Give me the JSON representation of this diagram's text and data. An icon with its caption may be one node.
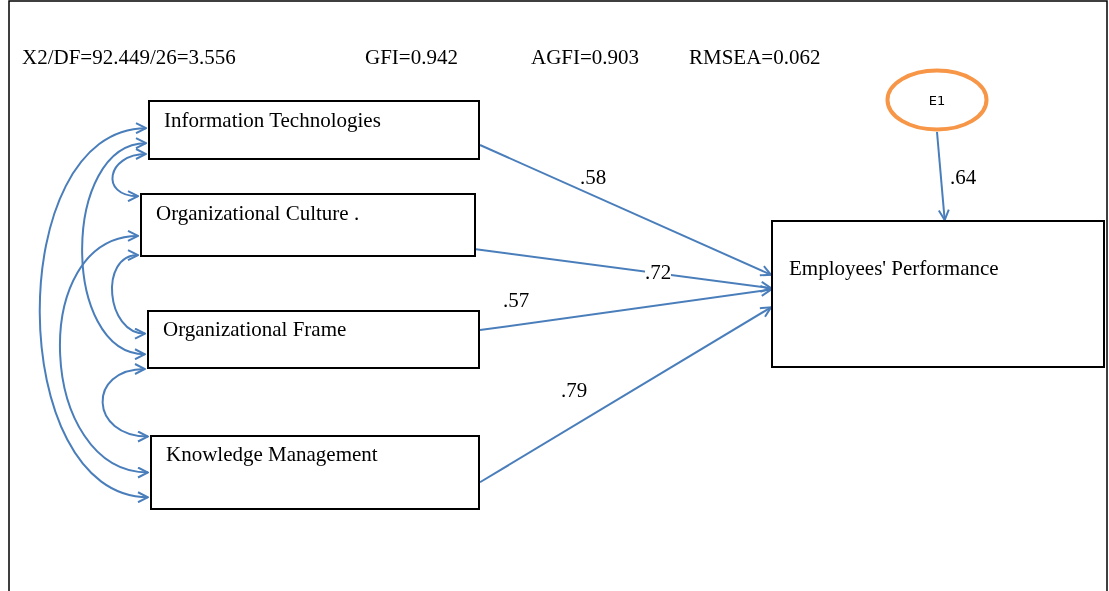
{
  "diagram": {
    "nodes": [
      {
        "text": [
          "Information Technologies"
        ]
      },
      {
        "text": [
          "Organizational Culture ."
        ]
      },
      {
        "text": [
          "Organizational Frame"
        ]
      },
      {
        "text": [
          "Knowledge Management"
        ]
      },
      {
        "text": [
          "Employees' Performance"
        ]
      },
      {
        "text": [
          "E1"
        ]
      }
    ],
    "edges": [
      {
        "from": 0,
        "to": 4,
        "arrow": "to",
        "label": ".58"
      },
      {
        "from": 1,
        "to": 4,
        "arrow": "to",
        "label": ".72"
      },
      {
        "from": 2,
        "to": 4,
        "arrow": "to",
        "label": ".57"
      },
      {
        "from": 3,
        "to": 4,
        "arrow": "to",
        "label": ".79"
      },
      {
        "from": 5,
        "to": 4,
        "arrow": "to",
        "label": ".64"
      },
      {
        "from": 0,
        "to": 1,
        "arrow": "both"
      },
      {
        "from": 1,
        "to": 2,
        "arrow": "both"
      },
      {
        "from": 2,
        "to": 3,
        "arrow": "both"
      },
      {
        "from": 0,
        "to": 2,
        "arrow": "both"
      },
      {
        "from": 1,
        "to": 3,
        "arrow": "both"
      },
      {
        "from": 0,
        "to": 3,
        "arrow": "both"
      }
    ],
    "labels": [
      "X2/DF=92.449/26=3.556",
      "GFI=0.942",
      "AGFI=0.903",
      "RMSEA=0.062"
    ]
  }
}
